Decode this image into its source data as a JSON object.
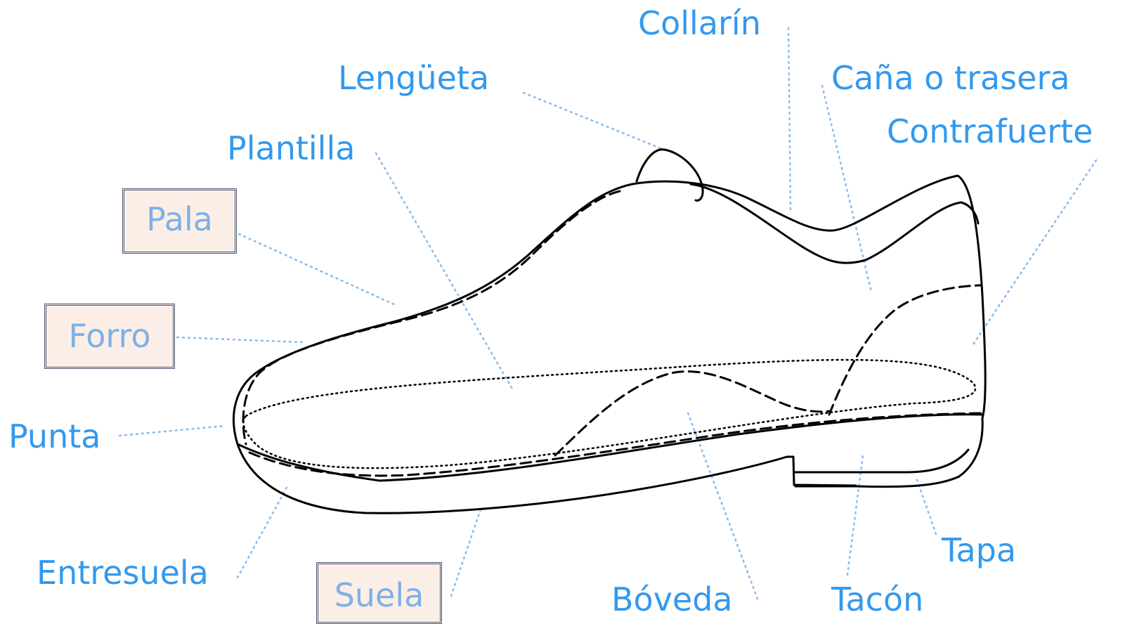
{
  "colors": {
    "label": "#3399ee",
    "label_boxed": "#7fb0e6",
    "leader": "#88bbee",
    "outline": "#000000",
    "box_fill": "#fbeee6"
  },
  "labels": {
    "collarin": "Collarín",
    "lengueta": "Lengüeta",
    "cana": "Caña o trasera",
    "contrafuerte": "Contrafuerte",
    "plantilla": "Plantilla",
    "pala": "Pala",
    "forro": "Forro",
    "punta": "Punta",
    "entresuela": "Entresuela",
    "suela": "Suela",
    "boveda": "Bóveda",
    "tacon": "Tacón",
    "tapa": "Tapa"
  }
}
